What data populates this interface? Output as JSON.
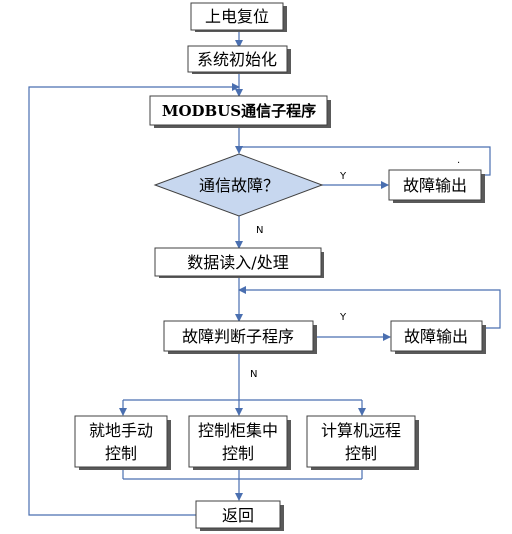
{
  "nodes": {
    "power_reset": "上电复位",
    "system_init": "系统初始化",
    "modbus_sub": "MODBUS通信子程序",
    "comm_fault_q": "通信故障？",
    "fault_output_1": "故障输出",
    "data_read": "数据读入/处理",
    "fault_judge_sub": "故障判断子程序",
    "fault_output_2": "故障输出",
    "local_manual_l1": "就地手动",
    "local_manual_l2": "控制",
    "cabinet_central_l1": "控制柜集中",
    "cabinet_central_l2": "控制",
    "computer_remote_l1": "计算机远程",
    "computer_remote_l2": "控制",
    "return": "返回"
  },
  "edge_labels": {
    "y1": "Y",
    "n1": "N",
    "y2": "Y",
    "n2": "N",
    "dot": "."
  }
}
